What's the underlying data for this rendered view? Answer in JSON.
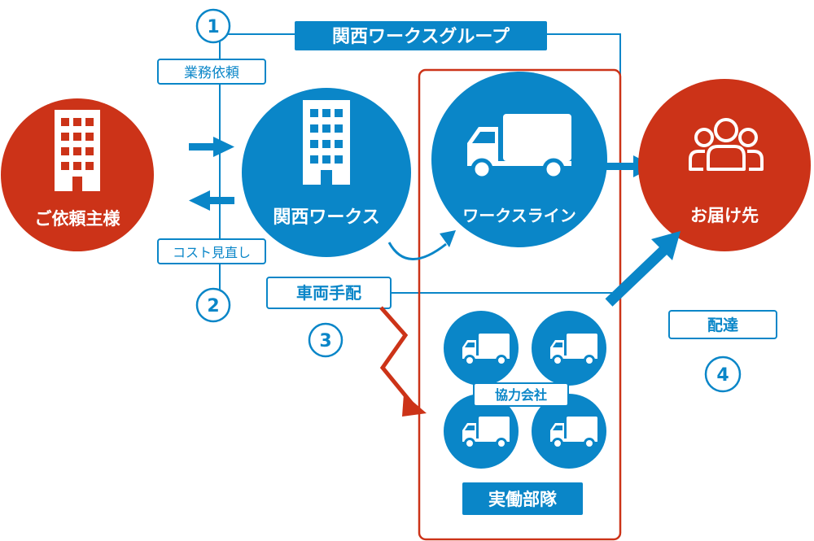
{
  "colors": {
    "blue": "#0a86c8",
    "red": "#cc3318",
    "white": "#ffffff"
  },
  "nodes": {
    "client": "ご依頼主様",
    "kansai_works": "関西ワークス",
    "works_line": "ワークスライン",
    "destination": "お届け先"
  },
  "labels": {
    "group": "関西ワークスグループ",
    "business_request": "業務依頼",
    "cost_review": "コスト見直し",
    "vehicle_arrangement": "車両手配",
    "partner_companies": "協力会社",
    "field_unit": "実働部隊",
    "delivery": "配達"
  },
  "steps": [
    "1",
    "2",
    "3",
    "4"
  ],
  "icons": {
    "client": "building-icon",
    "kansai_works": "building-icon",
    "works_line": "truck-icon",
    "destination": "people-icon",
    "partners": "small-truck-icon"
  }
}
